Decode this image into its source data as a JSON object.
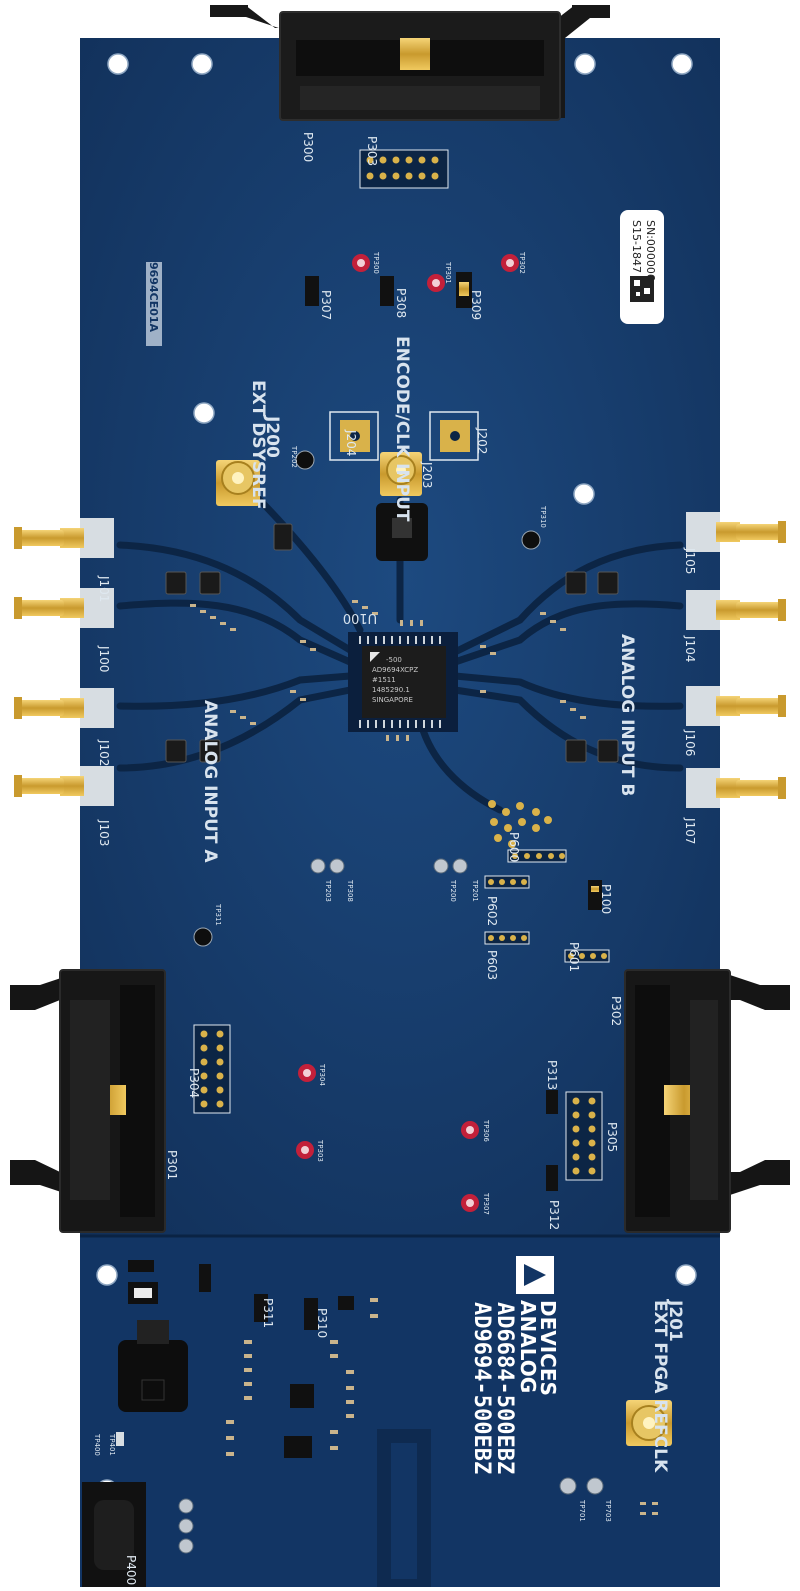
{
  "board": {
    "board_id": "9694CE01A",
    "product_line_1": "AD9694-500EBZ",
    "product_line_2": "AD6684-500EBZ",
    "brand_line_1": "ANALOG",
    "brand_line_2": "DEVICES",
    "serial_sticker_1": "S15-1847",
    "serial_sticker_2": "SN:000006"
  },
  "chip": {
    "refdes": "U100",
    "line_1": "-500",
    "line_2": "AD9694XCPZ",
    "line_3": "#1511",
    "line_4": "1485290.1",
    "line_5": "SINGAPORE"
  },
  "labels": {
    "analog_input_a": "ANALOG INPUT A",
    "analog_input_b": "ANALOG INPUT B",
    "encode_clk": "ENCODE/CLK INPUT",
    "ext_dsysref": "EXT DSYSREF",
    "j200": "J200",
    "ext_fpga_refclk": "EXT FPGA REFCLK",
    "j201": "J201"
  },
  "connectors": {
    "left_sma": [
      "J101",
      "J100",
      "J102",
      "J103"
    ],
    "right_sma": [
      "J105",
      "J104",
      "J106",
      "J107"
    ],
    "center": [
      "J204",
      "J203",
      "J202"
    ],
    "headers": [
      "P300",
      "P303",
      "P304",
      "P301",
      "P302",
      "P305"
    ],
    "jumpers": [
      "P307",
      "P308",
      "P309",
      "P310",
      "P311",
      "P312",
      "P313"
    ],
    "rows": [
      "P600",
      "P602",
      "P603",
      "P601",
      "P100",
      "P400"
    ]
  },
  "testpoints": {
    "top": [
      "TP300",
      "TP301",
      "TP302"
    ],
    "mid": [
      "TP200",
      "TP201",
      "TP202",
      "TP203",
      "TP308",
      "TP310",
      "TP311"
    ],
    "bottom": [
      "TP304",
      "TP303",
      "TP306",
      "TP307",
      "TP701",
      "TP703",
      "TP400",
      "TP401"
    ]
  },
  "colors": {
    "pcb": "#163a6a",
    "pcb_dark": "#0f2b52",
    "pad_gold": "#d9b24a",
    "sma_gold": "#e0b94a",
    "connector_black": "#151515",
    "testpoint_red": "#c3203a",
    "silk": "#dfe8f0"
  }
}
